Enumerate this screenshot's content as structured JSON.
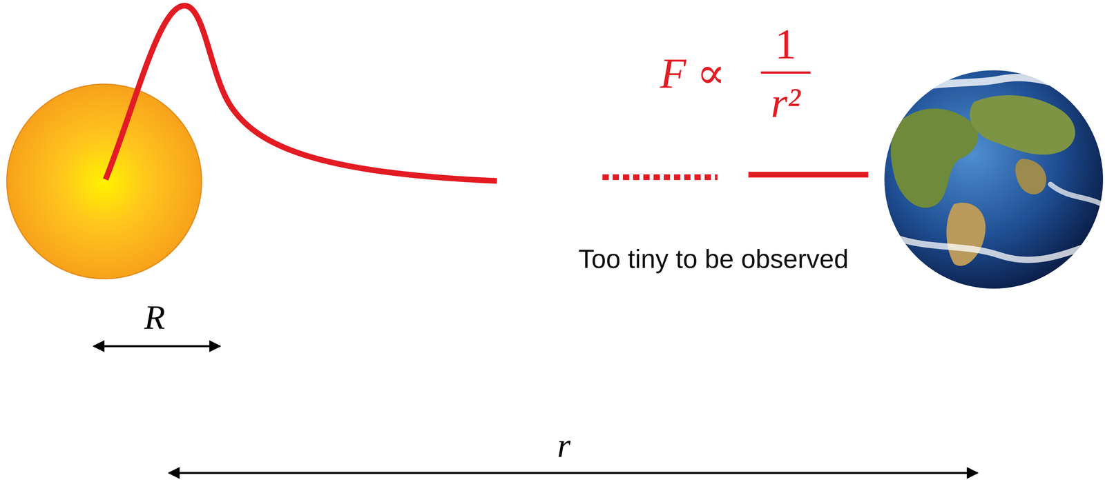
{
  "diagram": {
    "labels": [
      "F ∝",
      "1",
      "r²",
      "Too tiny to be observed",
      "R",
      "r"
    ]
  }
}
